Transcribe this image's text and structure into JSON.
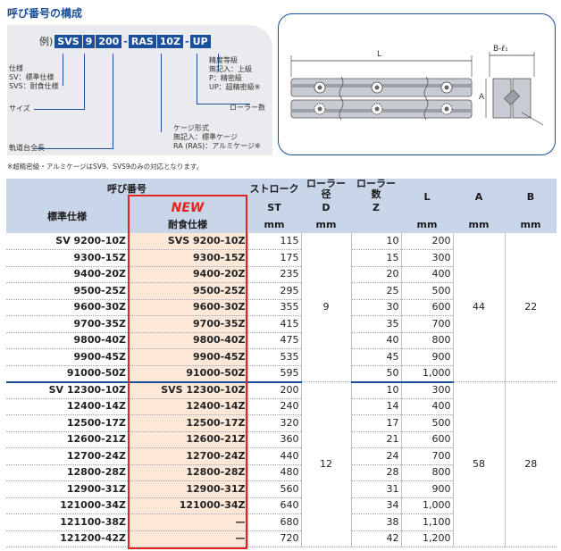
{
  "title": "呼び番号の構成",
  "code": {
    "prefix": "例)",
    "parts": [
      "SVS",
      "9",
      "200",
      "RAS",
      "10Z",
      "UP"
    ]
  },
  "code_labels": {
    "spec_title": "仕様",
    "spec_sv": "SV：標準仕様",
    "spec_svs": "SVS：耐食仕様",
    "size": "サイズ",
    "rail_length": "軌道台全長",
    "accuracy_title": "精度等級",
    "accuracy_none": "無記入：上級",
    "accuracy_p": "P：精密級",
    "accuracy_up": "UP：超精密級※",
    "roller_count": "ローラー数",
    "cage_title": "ケージ形式",
    "cage_none": "無記入：標準ケージ",
    "cage_ras": "RA (RAS)：アルミケージ※"
  },
  "footnote": "※超精密級・アルミケージはSV9、SVS9のみの対応となります。",
  "drawing": {
    "label_l": "L",
    "label_b": "B-ℓ₁",
    "label_a": "A"
  },
  "table": {
    "headers": {
      "model": "呼び番号",
      "standard": "標準仕様",
      "new_tag": "NEW",
      "corrosion": "耐食仕様",
      "stroke": "ストローク",
      "stroke_sym": "ST",
      "roller_dia": "ローラー径",
      "roller_dia_sym": "D",
      "roller_count": "ローラー数",
      "roller_count_sym": "Z",
      "length_sym": "L",
      "a_sym": "A",
      "b_sym": "B",
      "unit": "mm"
    },
    "groups": [
      {
        "D": "9",
        "A": "44",
        "B": "22",
        "rows": [
          {
            "std": "SV 9200-10Z",
            "cor": "SVS 9200-10Z",
            "st": "115",
            "z": "10",
            "l": "200"
          },
          {
            "std": "9300-15Z",
            "cor": "9300-15Z",
            "st": "175",
            "z": "15",
            "l": "300"
          },
          {
            "std": "9400-20Z",
            "cor": "9400-20Z",
            "st": "235",
            "z": "20",
            "l": "400"
          },
          {
            "std": "9500-25Z",
            "cor": "9500-25Z",
            "st": "295",
            "z": "25",
            "l": "500"
          },
          {
            "std": "9600-30Z",
            "cor": "9600-30Z",
            "st": "355",
            "z": "30",
            "l": "600"
          },
          {
            "std": "9700-35Z",
            "cor": "9700-35Z",
            "st": "415",
            "z": "35",
            "l": "700"
          },
          {
            "std": "9800-40Z",
            "cor": "9800-40Z",
            "st": "475",
            "z": "40",
            "l": "800"
          },
          {
            "std": "9900-45Z",
            "cor": "9900-45Z",
            "st": "535",
            "z": "45",
            "l": "900"
          },
          {
            "std": "91000-50Z",
            "cor": "91000-50Z",
            "st": "595",
            "z": "50",
            "l": "1,000"
          }
        ]
      },
      {
        "D": "12",
        "A": "58",
        "B": "28",
        "rows": [
          {
            "std": "SV 12300-10Z",
            "cor": "SVS 12300-10Z",
            "st": "200",
            "z": "10",
            "l": "300"
          },
          {
            "std": "12400-14Z",
            "cor": "12400-14Z",
            "st": "240",
            "z": "14",
            "l": "400"
          },
          {
            "std": "12500-17Z",
            "cor": "12500-17Z",
            "st": "320",
            "z": "17",
            "l": "500"
          },
          {
            "std": "12600-21Z",
            "cor": "12600-21Z",
            "st": "360",
            "z": "21",
            "l": "600"
          },
          {
            "std": "12700-24Z",
            "cor": "12700-24Z",
            "st": "440",
            "z": "24",
            "l": "700"
          },
          {
            "std": "12800-28Z",
            "cor": "12800-28Z",
            "st": "480",
            "z": "28",
            "l": "800"
          },
          {
            "std": "12900-31Z",
            "cor": "12900-31Z",
            "st": "560",
            "z": "31",
            "l": "900"
          },
          {
            "std": "121000-34Z",
            "cor": "121000-34Z",
            "st": "640",
            "z": "34",
            "l": "1,000"
          },
          {
            "std": "121100-38Z",
            "cor": "—",
            "st": "680",
            "z": "38",
            "l": "1,100"
          },
          {
            "std": "121200-42Z",
            "cor": "—",
            "st": "720",
            "z": "42",
            "l": "1,200"
          }
        ]
      }
    ]
  }
}
